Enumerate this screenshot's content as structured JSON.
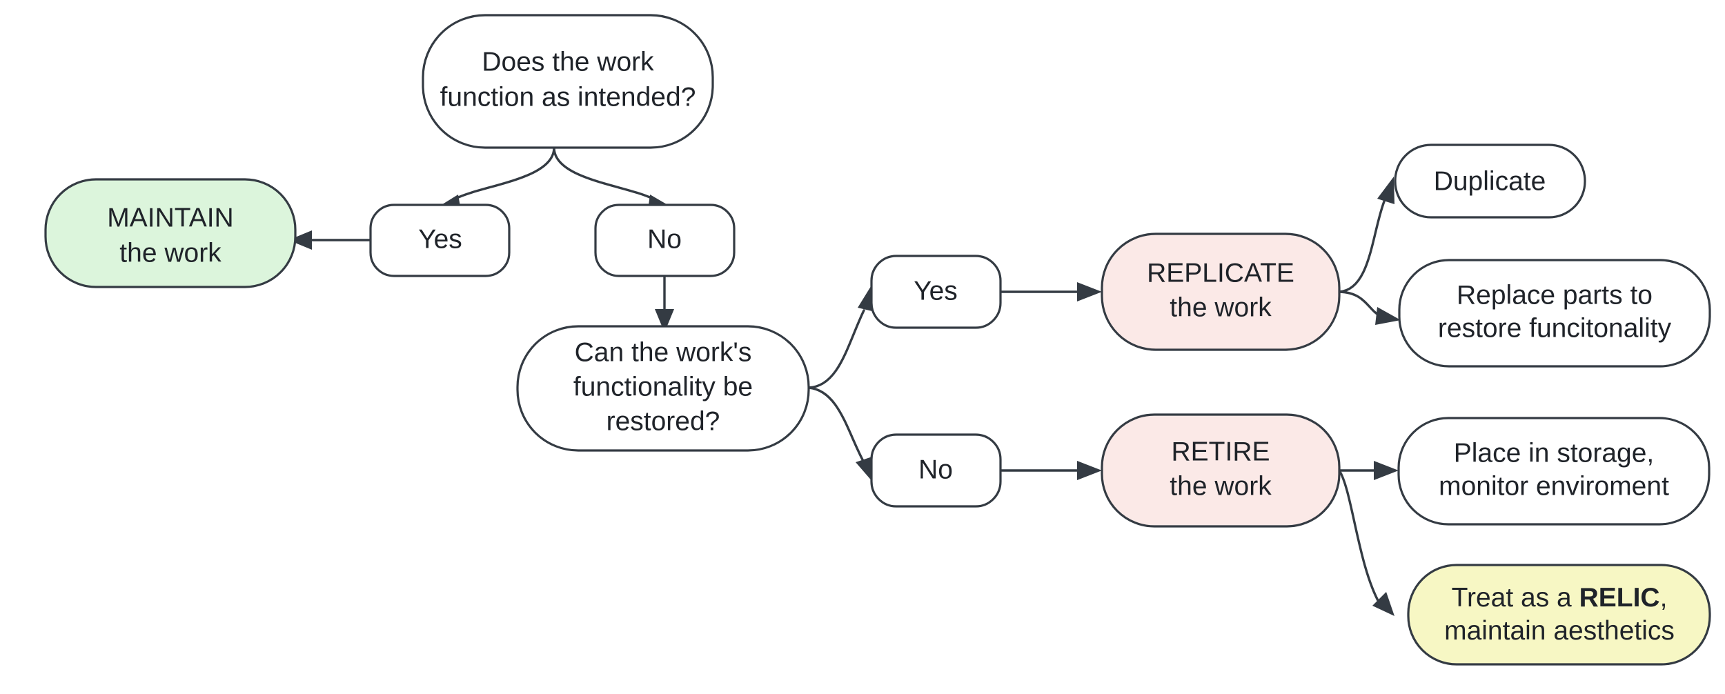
{
  "diagram": {
    "type": "flowchart",
    "orientation": "mixed-tree",
    "background_color": "#ffffff",
    "stroke_color": "#343b43",
    "text_color": "#1f2329",
    "palette": {
      "default_fill": "#ffffff",
      "green_fill": "#dcf5dc",
      "pink_fill": "#fbe9e7",
      "yellow_fill": "#f7f7c4"
    },
    "nodes": [
      {
        "id": "root",
        "name": "decision-work-functions",
        "shape": "stadium",
        "fill": "default",
        "lines": [
          "Does the work",
          "function as intended?"
        ]
      },
      {
        "id": "yes1",
        "name": "branch-yes-functions",
        "shape": "rounded",
        "fill": "default",
        "lines": [
          "Yes"
        ]
      },
      {
        "id": "no1",
        "name": "branch-no-functions",
        "shape": "rounded",
        "fill": "default",
        "lines": [
          "No"
        ]
      },
      {
        "id": "maintain",
        "name": "outcome-maintain",
        "shape": "stadium",
        "fill": "green",
        "lines": [
          "MAINTAIN",
          "the work"
        ]
      },
      {
        "id": "restore",
        "name": "decision-functionality-restored",
        "shape": "stadium",
        "fill": "default",
        "lines": [
          "Can the work's",
          "functionality be",
          "restored?"
        ]
      },
      {
        "id": "yes2",
        "name": "branch-yes-restorable",
        "shape": "rounded",
        "fill": "default",
        "lines": [
          "Yes"
        ]
      },
      {
        "id": "no2",
        "name": "branch-no-restorable",
        "shape": "rounded",
        "fill": "default",
        "lines": [
          "No"
        ]
      },
      {
        "id": "replicate",
        "name": "outcome-replicate",
        "shape": "stadium",
        "fill": "pink",
        "lines": [
          "REPLICATE",
          "the work"
        ]
      },
      {
        "id": "retire",
        "name": "outcome-retire",
        "shape": "stadium",
        "fill": "pink",
        "lines": [
          "RETIRE",
          "the work"
        ]
      },
      {
        "id": "duplicate",
        "name": "action-duplicate",
        "shape": "stadium",
        "fill": "default",
        "lines": [
          "Duplicate"
        ]
      },
      {
        "id": "replaceparts",
        "name": "action-replace-parts",
        "shape": "stadium",
        "fill": "default",
        "lines": [
          "Replace parts to",
          "restore funcitonality"
        ]
      },
      {
        "id": "storage",
        "name": "action-place-in-storage",
        "shape": "stadium",
        "fill": "default",
        "lines": [
          "Place in storage,",
          "monitor enviroment"
        ]
      },
      {
        "id": "relic",
        "name": "action-treat-as-relic",
        "shape": "stadium",
        "fill": "yellow",
        "lines_rich": [
          [
            {
              "text": "Treat as a "
            },
            {
              "text": "RELIC",
              "bold": true
            },
            {
              "text": ","
            }
          ],
          [
            {
              "text": "maintain aesthetics"
            }
          ]
        ]
      }
    ],
    "edges": [
      {
        "id": "e1",
        "name": "edge-root-to-yes1",
        "from": "root",
        "to": "yes1"
      },
      {
        "id": "e2",
        "name": "edge-root-to-no1",
        "from": "root",
        "to": "no1"
      },
      {
        "id": "e3",
        "name": "edge-yes1-to-maintain",
        "from": "yes1",
        "to": "maintain"
      },
      {
        "id": "e4",
        "name": "edge-no1-to-restore",
        "from": "no1",
        "to": "restore"
      },
      {
        "id": "e5",
        "name": "edge-restore-to-yes2",
        "from": "restore",
        "to": "yes2"
      },
      {
        "id": "e6",
        "name": "edge-restore-to-no2",
        "from": "restore",
        "to": "no2"
      },
      {
        "id": "e7",
        "name": "edge-yes2-to-replicate",
        "from": "yes2",
        "to": "replicate"
      },
      {
        "id": "e8",
        "name": "edge-no2-to-retire",
        "from": "no2",
        "to": "retire"
      },
      {
        "id": "e9",
        "name": "edge-replicate-to-duplicate",
        "from": "replicate",
        "to": "duplicate"
      },
      {
        "id": "e10",
        "name": "edge-replicate-to-replace",
        "from": "replicate",
        "to": "replaceparts"
      },
      {
        "id": "e11",
        "name": "edge-retire-to-storage",
        "from": "retire",
        "to": "storage"
      },
      {
        "id": "e12",
        "name": "edge-retire-to-relic",
        "from": "retire",
        "to": "relic"
      }
    ]
  }
}
